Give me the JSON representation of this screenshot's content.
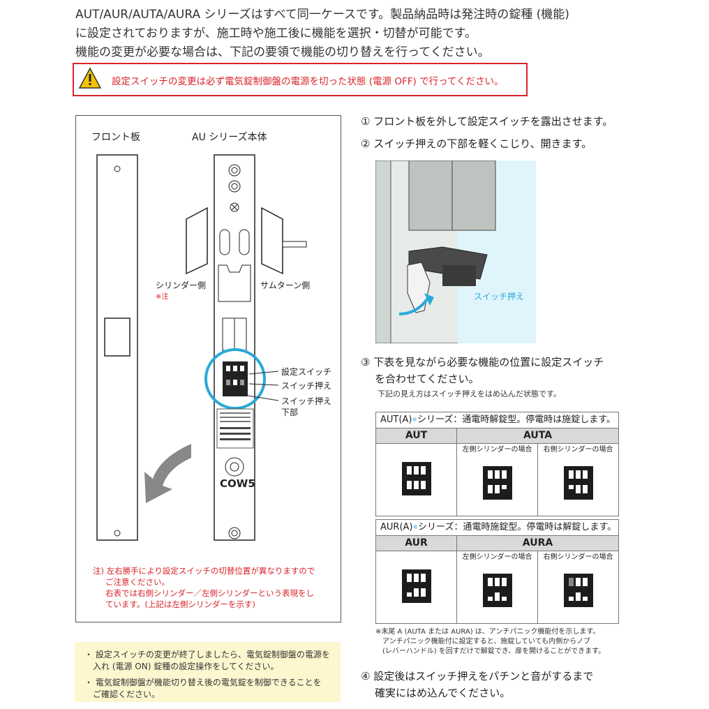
{
  "intro": {
    "line1": "AUT/AUR/AUTA/AURA シリーズはすべて同一ケースです。製品納品時は発注時の錠種 (機能)",
    "line2": "に設定されておりますが、施工時や施工後に機能を選択・切替が可能です。",
    "line3": "機能の変更が必要な場合は、下記の要領で機能の切り替えを行ってください。"
  },
  "warning": {
    "text": "設定スイッチの変更は必ず電気錠制御盤の電源を切った状態 (電源 OFF) で行ってください。",
    "icon": "warning-triangle-icon",
    "color": "#d9232a"
  },
  "diagram": {
    "front_plate_label": "フロント板",
    "body_label": "AU シリーズ本体",
    "cylinder_side": "シリンダー側",
    "cylinder_note": "※注",
    "thumbturn_side": "サムターン側",
    "setting_switch": "設定スイッチ",
    "switch_holder": "スイッチ押え",
    "switch_holder_bottom_1": "スイッチ押え",
    "switch_holder_bottom_2": "下部",
    "model": "COW5",
    "note_lines": [
      "注) 左右勝手により設定スイッチの切替位置が異なりますので",
      "ご注意ください。",
      "右表では右側シリンダー／左側シリンダーという表現をし",
      "ています。(上記は左側シリンダーを示す)"
    ]
  },
  "yellow_notes": [
    "・ 設定スイッチの変更が終了しましたら、電気錠制御盤の電源を",
    "入れ (電源 ON) 錠種の設定操作をしてください。",
    "・ 電気錠制御盤が機能切り替え後の電気錠を制御できることを",
    "ご確認ください。"
  ],
  "steps": {
    "s1": "① フロント板を外して設定スイッチを露出させます。",
    "s2": "② スイッチ押えの下部を軽くこじり、開きます。",
    "photo_label": "スイッチ押え",
    "s3_1": "③ 下表を見ながら必要な機能の位置に設定スイッチ",
    "s3_2": "を合わせてください。",
    "s3_sub": "下記の見え方はスイッチ押えをはめ込んだ状態です。",
    "s4_1": "④ 設定後はスイッチ押えをパチンと音がするまで",
    "s4_2": "確実にはめ込んでください。"
  },
  "table1": {
    "caption_a": "AUT(A)",
    "caption_star": "※",
    "caption_b": "シリーズ：通電時解錠型。停電時は施錠します。",
    "col1": "AUT",
    "col2": "AUTA",
    "left_cyl": "左側シリンダーの場合",
    "right_cyl": "右側シリンダーの場合"
  },
  "table2": {
    "caption_a": "AUR(A)",
    "caption_star": "※",
    "caption_b": "シリーズ：通電時施錠型。停電時は解錠します。",
    "col1": "AUR",
    "col2": "AURA",
    "left_cyl": "左側シリンダーの場合",
    "right_cyl": "右側シリンダーの場合"
  },
  "footnote": [
    "※末尾 A (AUTA または AURA) は、アンチパニック機能付を示します。",
    "アンチパニック機能付に設定すると、施錠していても内側からノブ",
    "(レバーハンドル) を回すだけで解錠でき、扉を開けることができます。"
  ],
  "colors": {
    "accent_cyan": "#2aa9d8",
    "warning_red": "#d9232a",
    "note_yellow": "#fdf7cf"
  }
}
